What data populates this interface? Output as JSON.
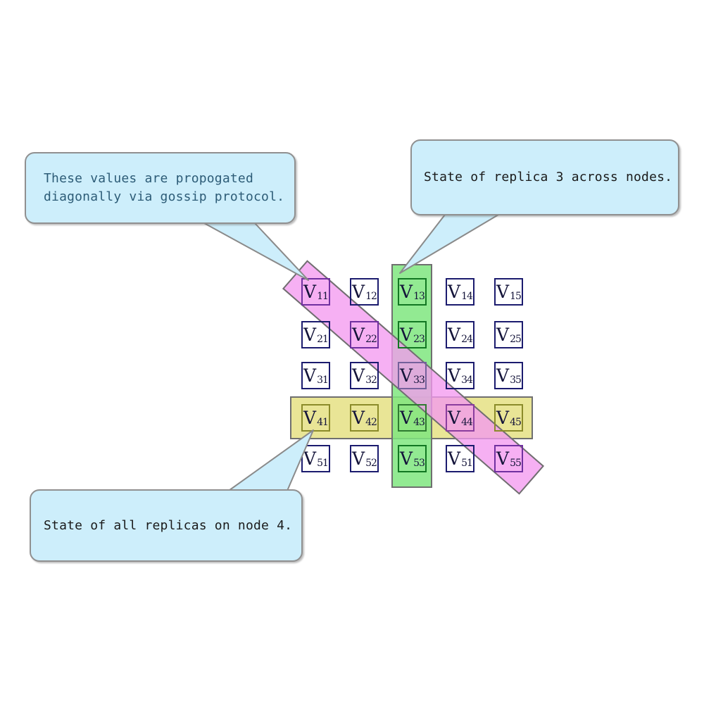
{
  "figure": {
    "description": "5x5 grid of replicated values V_ij (rows = nodes, columns = replicas) with three highlight bands and three callouts"
  },
  "grid": {
    "rows": [
      [
        {
          "base": "V",
          "sub": "11",
          "variant": "diagonal"
        },
        {
          "base": "V",
          "sub": "12",
          "variant": "normal"
        },
        {
          "base": "V",
          "sub": "13",
          "variant": "replica"
        },
        {
          "base": "V",
          "sub": "14",
          "variant": "normal"
        },
        {
          "base": "V",
          "sub": "15",
          "variant": "normal"
        }
      ],
      [
        {
          "base": "V",
          "sub": "21",
          "variant": "normal"
        },
        {
          "base": "V",
          "sub": "22",
          "variant": "diagonal"
        },
        {
          "base": "V",
          "sub": "23",
          "variant": "replica"
        },
        {
          "base": "V",
          "sub": "24",
          "variant": "normal"
        },
        {
          "base": "V",
          "sub": "25",
          "variant": "normal"
        }
      ],
      [
        {
          "base": "V",
          "sub": "31",
          "variant": "normal"
        },
        {
          "base": "V",
          "sub": "32",
          "variant": "normal"
        },
        {
          "base": "V",
          "sub": "33",
          "variant": "diagonal-replica"
        },
        {
          "base": "V",
          "sub": "34",
          "variant": "normal"
        },
        {
          "base": "V",
          "sub": "35",
          "variant": "normal"
        }
      ],
      [
        {
          "base": "V",
          "sub": "41",
          "variant": "node"
        },
        {
          "base": "V",
          "sub": "42",
          "variant": "node"
        },
        {
          "base": "V",
          "sub": "43",
          "variant": "node-replica"
        },
        {
          "base": "V",
          "sub": "44",
          "variant": "node-diagonal"
        },
        {
          "base": "V",
          "sub": "45",
          "variant": "node"
        }
      ],
      [
        {
          "base": "V",
          "sub": "51",
          "variant": "normal"
        },
        {
          "base": "V",
          "sub": "52",
          "variant": "normal"
        },
        {
          "base": "V",
          "sub": "53",
          "variant": "replica"
        },
        {
          "base": "V",
          "sub": "51",
          "variant": "normal"
        },
        {
          "base": "V",
          "sub": "55",
          "variant": "diagonal"
        }
      ]
    ]
  },
  "highlights": {
    "replica_column": {
      "meaning": "state of replica 3 across nodes",
      "fill": "#90ee90",
      "border": "#6f6f6f"
    },
    "node_row": {
      "meaning": "state of all replicas on node 4",
      "fill": "#e5e184",
      "border": "#6f6f6f"
    },
    "gossip_diagonal": {
      "meaning": "values propogated diagonally via gossip protocol",
      "fill": "#f49af0",
      "border": "#6f6f6f"
    }
  },
  "callouts": {
    "gossip": {
      "line1": "These values are propogated",
      "line2": "diagonally via gossip protocol.",
      "fill": "#cdeefb",
      "border_color": "#909090",
      "text_color": "#2d5c77"
    },
    "replica": {
      "text": "State of replica 3 across nodes.",
      "fill": "#cdeefb",
      "border_color": "#909090",
      "text_color": "#1a1a1a"
    },
    "node": {
      "text": "State of all replicas on node 4.",
      "fill": "#cdeefb",
      "border_color": "#909090",
      "text_color": "#1a1a1a"
    }
  }
}
